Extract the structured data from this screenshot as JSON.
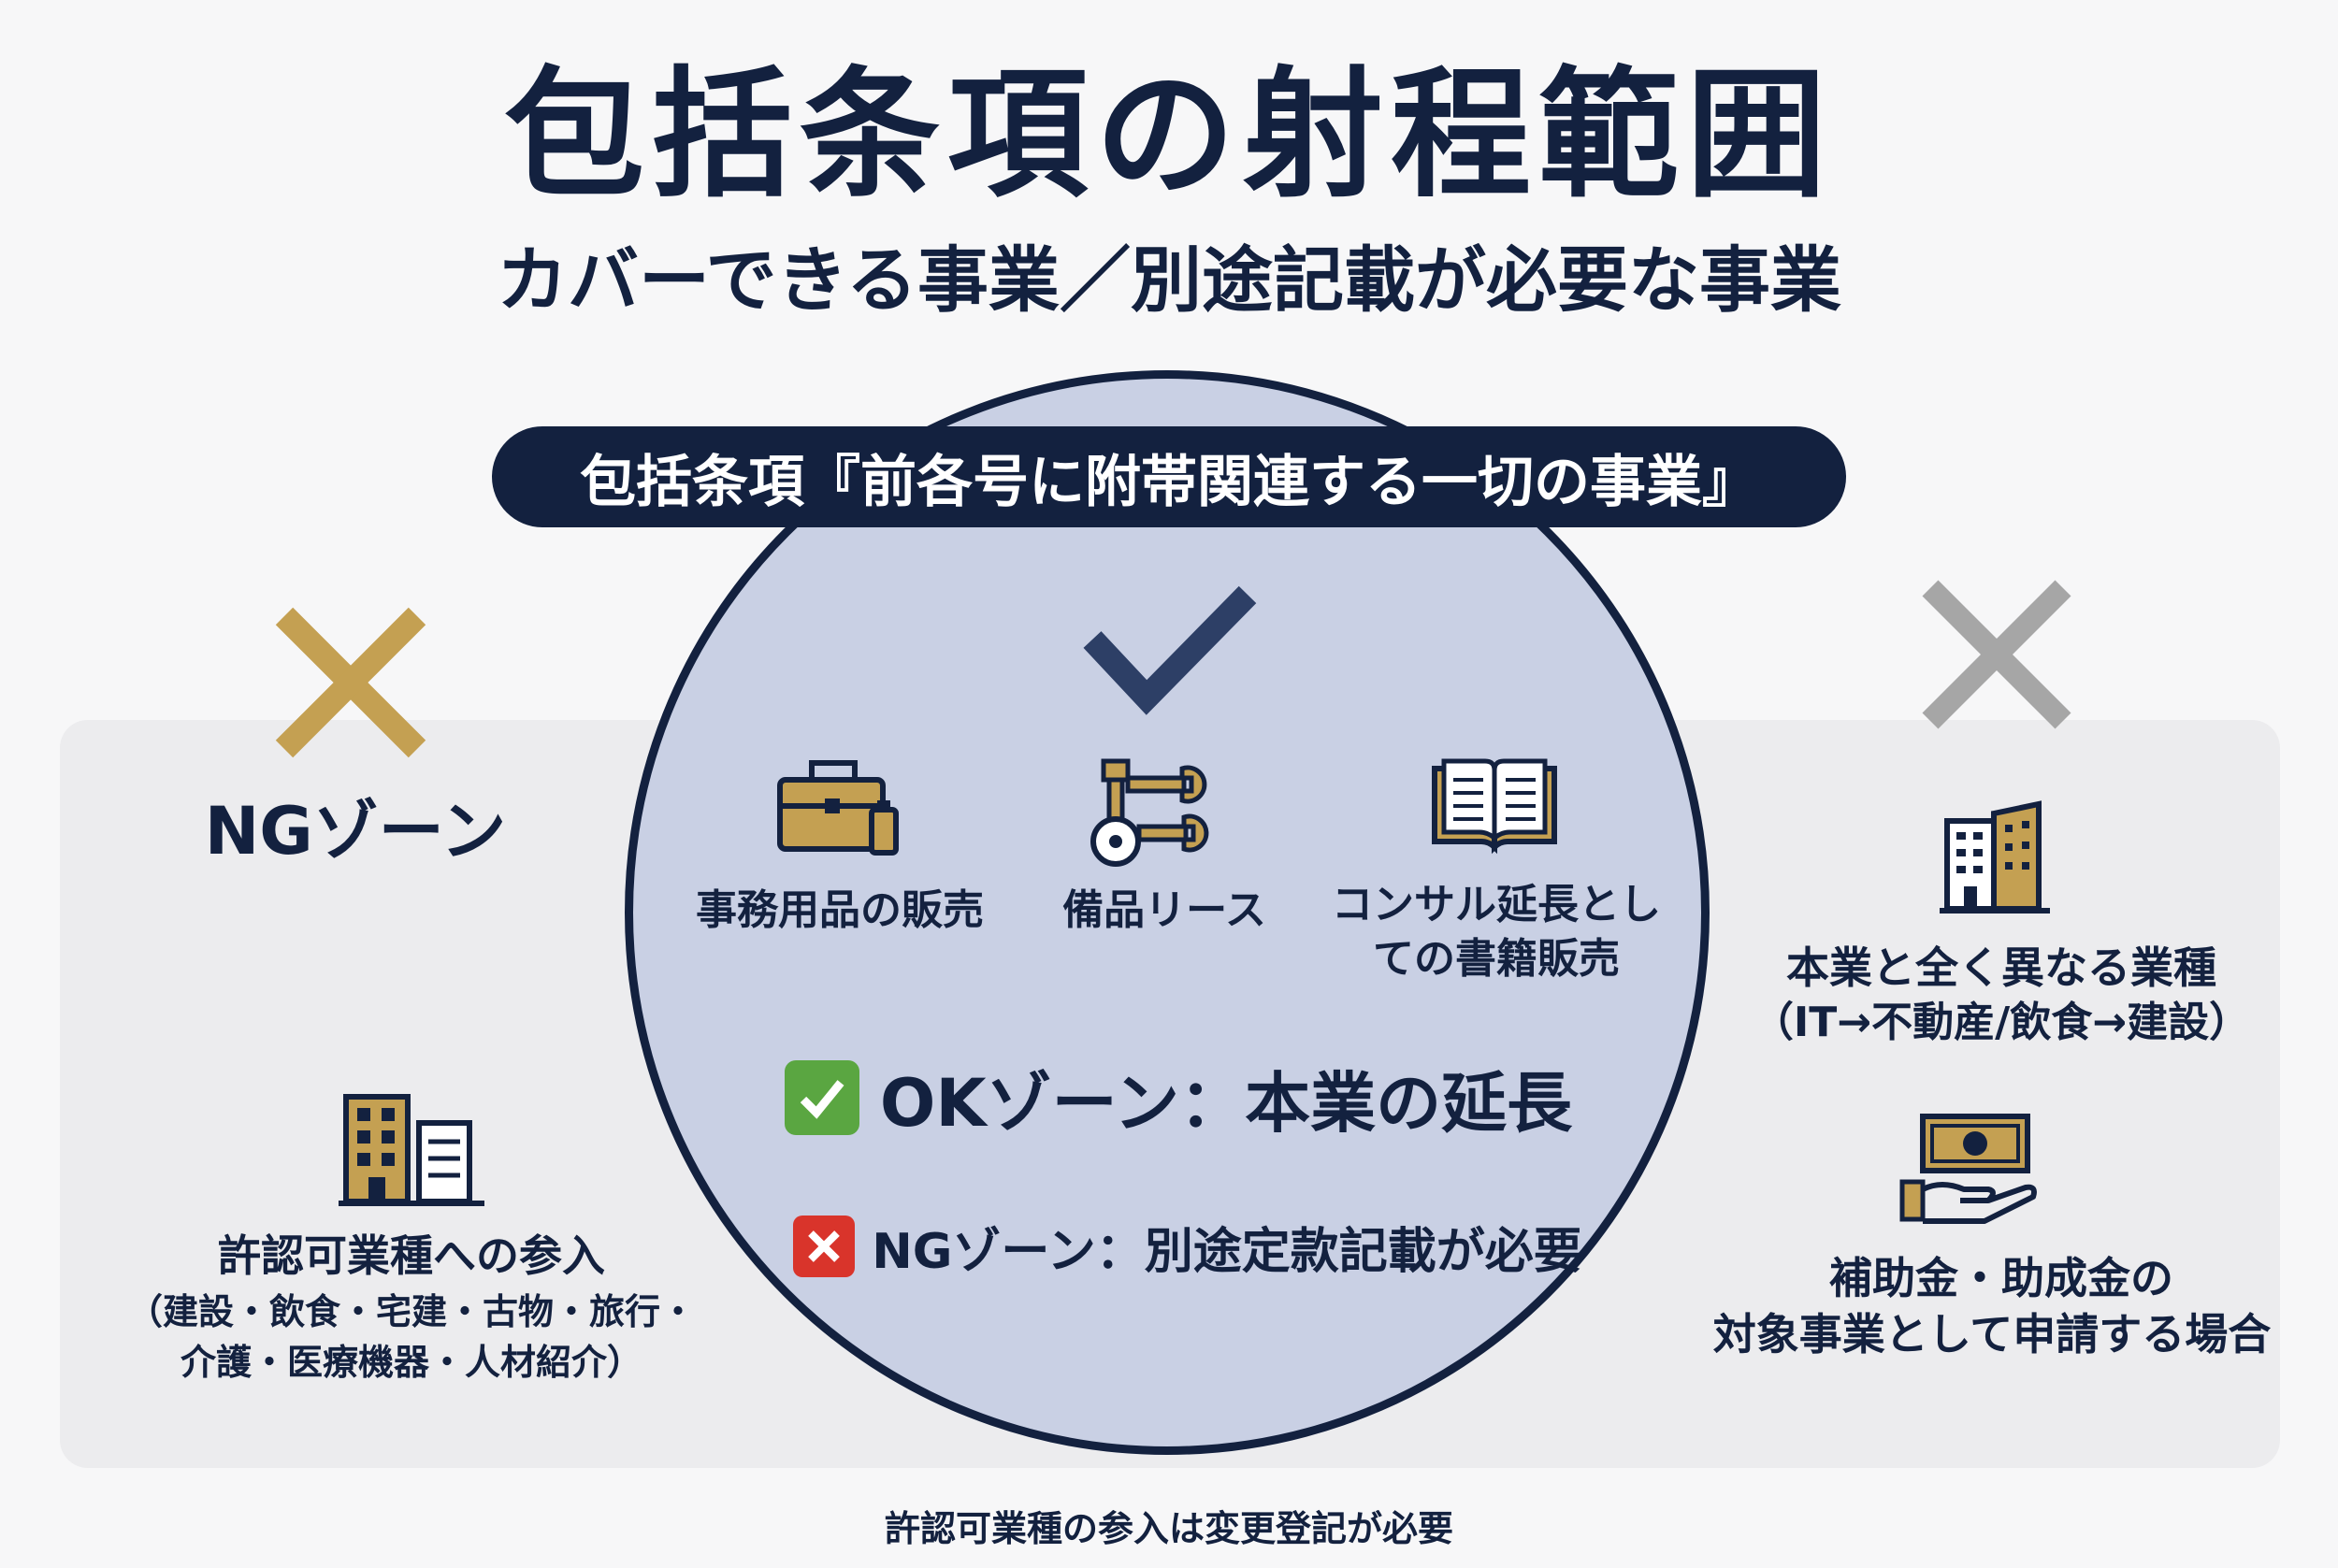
{
  "title": "包括条項の射程範囲",
  "subtitle": "カバーできる事業／別途記載が必要な事業",
  "banner": "包括条項『前各号に附帯関連する一切の事業』",
  "ok_items": [
    {
      "icon": "briefcase-icon",
      "label": "事務用品の販売"
    },
    {
      "icon": "wrench-tools-icon",
      "label": "備品リース"
    },
    {
      "icon": "book-icon",
      "label_line1": "コンサル延長とし",
      "label_line2": "ての書籍販売"
    }
  ],
  "ok_zone_label": "OKゾーン：本業の延長",
  "ng_zone_legend": "NGゾーン：別途定款記載が必要",
  "left": {
    "zone_label": "NGゾーン",
    "item_title": "許認可業種への参入",
    "item_detail_line1": "（建設・飲食・宅建・古物・旅行・",
    "item_detail_line2": "介護・医療機器・人材紹介）"
  },
  "right": {
    "item1_line1": "本業と全く異なる業種",
    "item1_line2": "（IT→不動産/飲食→建設）",
    "item2_line1": "補助金・助成金の",
    "item2_line2": "対象事業として申請する場合"
  },
  "footer": "許認可業種の参入は変更登記が必要",
  "colors": {
    "navy": "#13213f",
    "gold": "#c4a052",
    "gray_x": "#a6a6a6",
    "circle_fill": "#c9d0e4",
    "ok_green": "#5aa641",
    "ng_red": "#d9342b"
  }
}
